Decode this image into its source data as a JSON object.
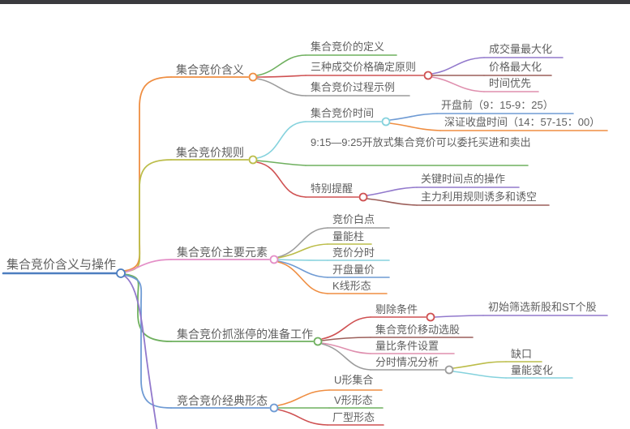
{
  "colors": {
    "topbar": "#3a3a3e",
    "root_blue": "#4d7ec0",
    "orange": "#ef8e42",
    "olive": "#bcbd4a",
    "pink": "#e48fc7",
    "rose": "#df8fae",
    "green": "#6fb05f",
    "blue": "#6f9bd4",
    "cyan": "#85d2dd",
    "red": "#cf5152",
    "gray": "#9c9c9c",
    "purple": "#9279cc",
    "maroon": "#9c5f5a"
  },
  "mindmap": {
    "root": {
      "label": "集合竞价含义与操作",
      "children": [
        {
          "label": "集合竞价含义",
          "children": [
            {
              "label": "集合竞价的定义"
            },
            {
              "label": "三种成交价格确定原则",
              "children": [
                {
                  "label": "成交量最大化"
                },
                {
                  "label": "价格最大化"
                },
                {
                  "label": "时间优先"
                }
              ]
            },
            {
              "label": "集合竞价过程示例"
            }
          ]
        },
        {
          "label": "集合竞价规则",
          "children": [
            {
              "label": "集合竞价时间",
              "children": [
                {
                  "label": "开盘前（9：15-9：25）"
                },
                {
                  "label": "深证收盘时间（14：57-15：00）"
                }
              ]
            },
            {
              "label": "9:15—9:25开放式集合竞价可以委托买进和卖出"
            },
            {
              "label": "特别提醒",
              "children": [
                {
                  "label": "关键时间点的操作"
                },
                {
                  "label": "主力利用规则诱多和诱空"
                }
              ]
            }
          ]
        },
        {
          "label": "集合竞价主要元素",
          "children": [
            {
              "label": "竞价白点"
            },
            {
              "label": "量能柱"
            },
            {
              "label": "竞价分时"
            },
            {
              "label": "开盘量价"
            },
            {
              "label": "K线形态"
            }
          ]
        },
        {
          "label": "集合竞价抓涨停的准备工作",
          "children": [
            {
              "label": "剔除条件",
              "children": [
                {
                  "label": "初始筛选新股和ST个股"
                }
              ]
            },
            {
              "label": "集合竞价移动选股"
            },
            {
              "label": "量比条件设置"
            },
            {
              "label": "分时情况分析",
              "children": [
                {
                  "label": "缺口"
                },
                {
                  "label": "量能变化"
                }
              ]
            }
          ]
        },
        {
          "label": "竞合竞价经典形态",
          "children": [
            {
              "label": "U形集合"
            },
            {
              "label": "V形形态"
            },
            {
              "label": "厂型形态"
            }
          ]
        }
      ]
    }
  }
}
